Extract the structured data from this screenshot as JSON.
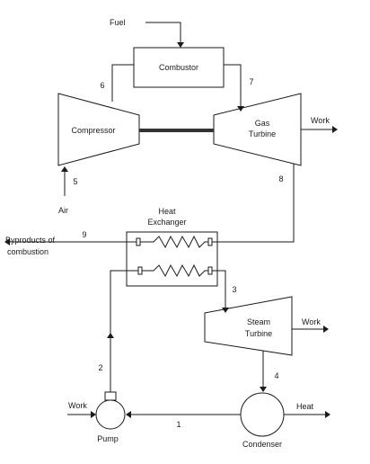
{
  "labels": {
    "fuel": "Fuel",
    "combustor": "Combustor",
    "compressor": "Compressor",
    "gas_turbine_1": "Gas",
    "gas_turbine_2": "Turbine",
    "work_gas": "Work",
    "air": "Air",
    "heat_exchanger_1": "Heat",
    "heat_exchanger_2": "Exchanger",
    "byproducts_1": "Byproducts of",
    "byproducts_2": "combustion",
    "steam_turbine_1": "Steam",
    "steam_turbine_2": "Turbine",
    "work_steam": "Work",
    "work_pump": "Work",
    "pump": "Pump",
    "condenser": "Condenser",
    "heat": "Heat"
  },
  "states": {
    "s1": "1",
    "s2": "2",
    "s3": "3",
    "s4": "4",
    "s5": "5",
    "s6": "6",
    "s7": "7",
    "s8": "8",
    "s9": "9"
  }
}
